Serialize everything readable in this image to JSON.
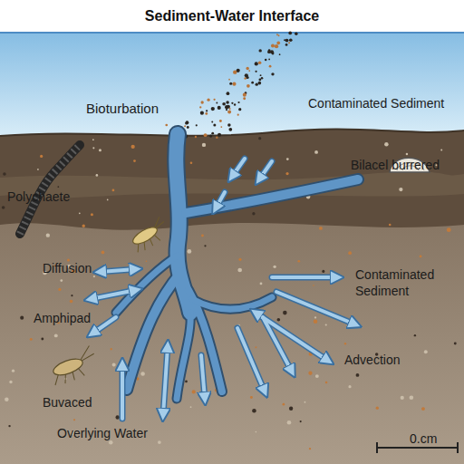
{
  "diagram": {
    "title": "Sediment-Water Interface",
    "labels": [
      "Contaminated Sediment",
      "Bioturbation",
      "Bilacel burrered",
      "Polychaete",
      "Diffusion",
      "Contaminated Sediment",
      "Amphipad",
      "Advection",
      "Buvaced",
      "Overlying Water",
      "0.cm"
    ]
  }
}
